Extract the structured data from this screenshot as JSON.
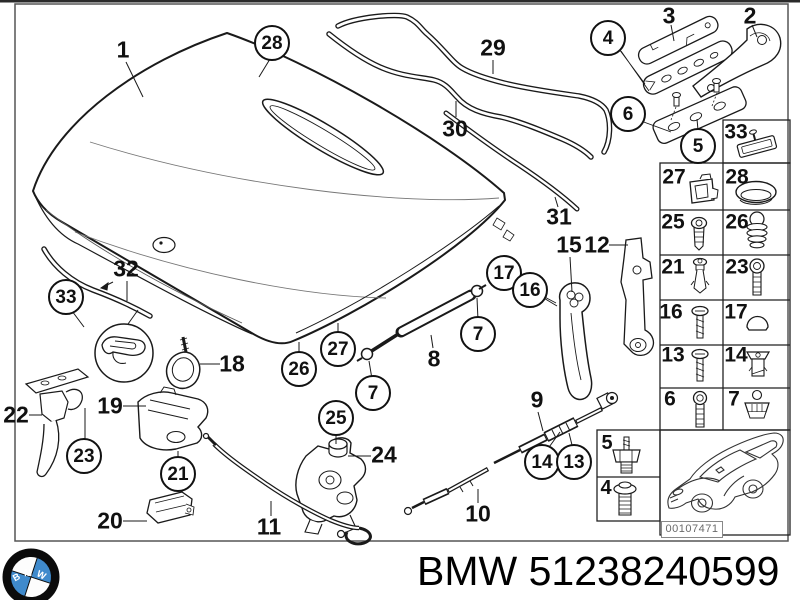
{
  "footer": {
    "brand": "BMW",
    "part_number": "51238240599"
  },
  "logo": {
    "letters": "BMW",
    "blue": "#3f8acc"
  },
  "colors": {
    "line": "#1a1a1a",
    "code_text": "#6a6a6a"
  },
  "diagram": {
    "image_code": "00107471",
    "callouts": [
      {
        "label": "1",
        "style": "plain"
      },
      {
        "label": "28",
        "style": "circled"
      },
      {
        "label": "29",
        "style": "plain"
      },
      {
        "label": "3",
        "style": "plain"
      },
      {
        "label": "2",
        "style": "plain"
      },
      {
        "label": "4",
        "style": "circled"
      },
      {
        "label": "30",
        "style": "plain"
      },
      {
        "label": "6",
        "style": "circled"
      },
      {
        "label": "5",
        "style": "circled"
      },
      {
        "label": "31",
        "style": "plain"
      },
      {
        "label": "15",
        "style": "plain"
      },
      {
        "label": "12",
        "style": "plain"
      },
      {
        "label": "32",
        "style": "plain"
      },
      {
        "label": "17",
        "style": "circled"
      },
      {
        "label": "16",
        "style": "circled"
      },
      {
        "label": "33",
        "style": "circled"
      },
      {
        "label": "7",
        "style": "circled"
      },
      {
        "label": "27",
        "style": "circled"
      },
      {
        "label": "18",
        "style": "plain"
      },
      {
        "label": "26",
        "style": "circled"
      },
      {
        "label": "8",
        "style": "plain"
      },
      {
        "label": "7",
        "style": "circled"
      },
      {
        "label": "9",
        "style": "plain"
      },
      {
        "label": "19",
        "style": "plain"
      },
      {
        "label": "22",
        "style": "plain"
      },
      {
        "label": "25",
        "style": "circled"
      },
      {
        "label": "24",
        "style": "plain"
      },
      {
        "label": "23",
        "style": "circled"
      },
      {
        "label": "14",
        "style": "circled"
      },
      {
        "label": "13",
        "style": "circled"
      },
      {
        "label": "21",
        "style": "circled"
      },
      {
        "label": "10",
        "style": "plain"
      },
      {
        "label": "20",
        "style": "plain"
      },
      {
        "label": "11",
        "style": "plain"
      }
    ],
    "parts_grid": {
      "cells": [
        {
          "label": "33",
          "icon": "clamp-icon"
        },
        {
          "label": "27",
          "icon": "clip-icon"
        },
        {
          "label": "28",
          "icon": "grommet-icon"
        },
        {
          "label": "25",
          "icon": "screw-icon"
        },
        {
          "label": "26",
          "icon": "buffer-icon"
        },
        {
          "label": "21",
          "icon": "expanding-rivet-icon"
        },
        {
          "label": "23",
          "icon": "bolt-icon"
        },
        {
          "label": "16",
          "icon": "screw-icon"
        },
        {
          "label": "17",
          "icon": "cap-icon"
        },
        {
          "label": "13",
          "icon": "screw-icon"
        },
        {
          "label": "14",
          "icon": "expanding-nut-icon"
        },
        {
          "label": "6",
          "icon": "bolt-icon"
        },
        {
          "label": "7",
          "icon": "plastic-nut-icon"
        },
        {
          "label": "5",
          "icon": "stud-bolt-icon"
        },
        {
          "label": "4",
          "icon": "flange-bolt-icon"
        }
      ]
    }
  }
}
